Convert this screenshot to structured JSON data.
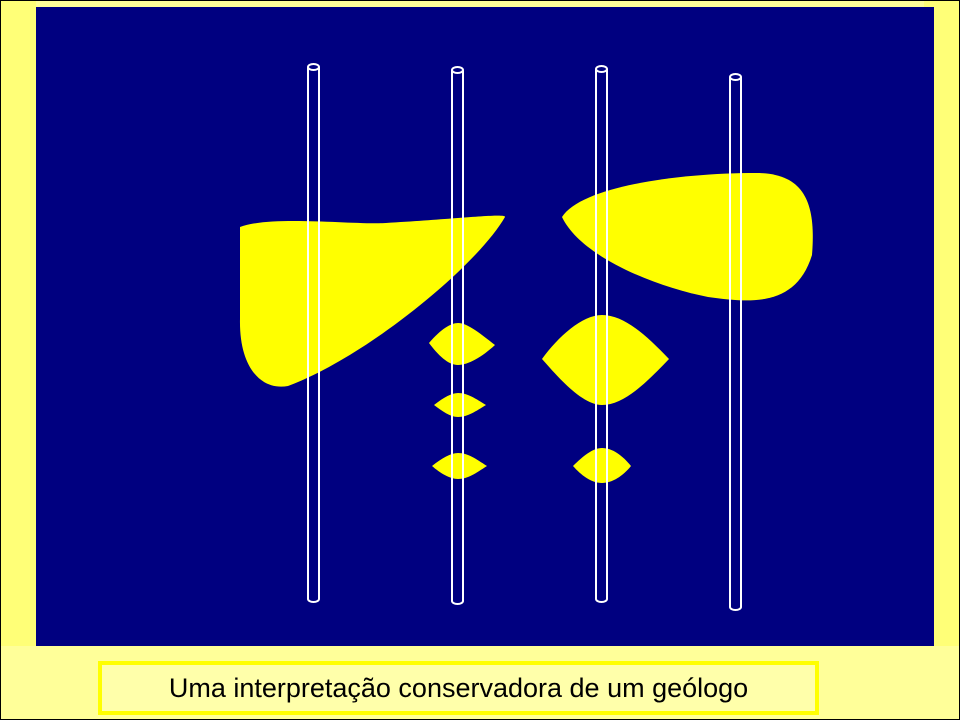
{
  "caption": "Uma interpretação conservadora de um geólogo",
  "colors": {
    "background": "#ffff99",
    "side_band": "#ffff77",
    "panel": "#000080",
    "ore_body": "#ffff00",
    "borehole": "#ffffff",
    "caption_border": "#ffff00",
    "caption_fill": "#ffffaa"
  },
  "diagram": {
    "borehole_count": 4,
    "ore_body_count": 7
  }
}
